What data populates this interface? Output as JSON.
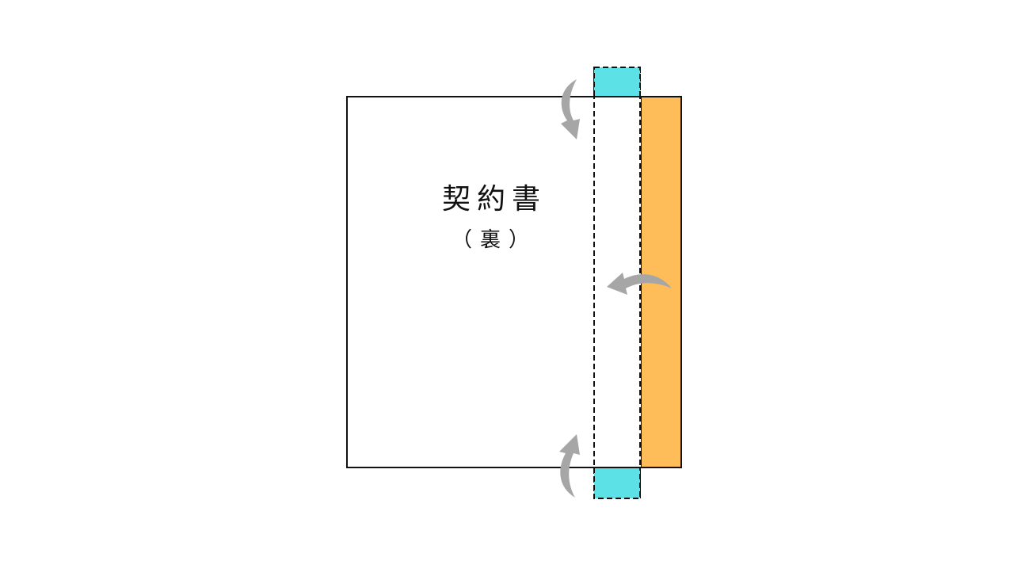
{
  "document": {
    "title": "契約書",
    "subtitle": "（裏）"
  },
  "colors": {
    "background": "#ffffff",
    "page_border": "#111111",
    "glue_tab": "#5ce1e6",
    "side_strip": "#ffbd59",
    "arrow": "#a6a6a6"
  },
  "labels": {
    "top_tab": "top-glue-tab",
    "bottom_tab": "bottom-glue-tab",
    "strip": "binding-strip"
  }
}
